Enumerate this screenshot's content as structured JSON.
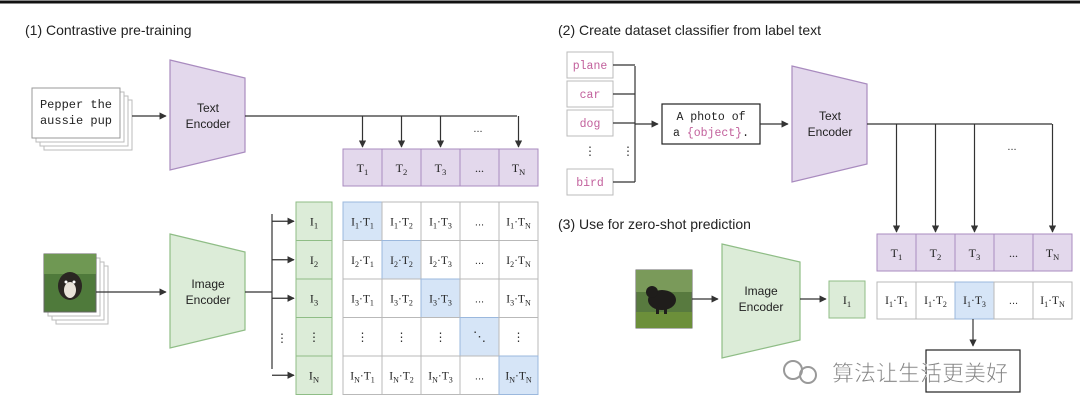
{
  "panels": {
    "pretraining": {
      "title": "(1) Contrastive pre-training"
    },
    "classifier": {
      "title": "(2) Create dataset classifier from label text"
    },
    "zeroshot": {
      "title": "(3) Use for zero-shot prediction"
    }
  },
  "encoders": {
    "text": {
      "line1": "Text",
      "line2": "Encoder"
    },
    "image": {
      "line1": "Image",
      "line2": "Encoder"
    }
  },
  "caption": {
    "line1": "Pepper the",
    "line2": "aussie pup"
  },
  "labels": [
    "plane",
    "car",
    "dog",
    "bird"
  ],
  "template": {
    "line1": "A photo of",
    "line2_prefix": "a ",
    "placeholder": "{object}",
    "line2_suffix": "."
  },
  "ellipsis": "...",
  "vdots": "⋮",
  "ddots": "⋱",
  "text_tokens": [
    {
      "base": "T",
      "sub": "1"
    },
    {
      "base": "T",
      "sub": "2"
    },
    {
      "base": "T",
      "sub": "3"
    },
    {
      "base": "...",
      "sub": ""
    },
    {
      "base": "T",
      "sub": "N"
    }
  ],
  "image_tokens": [
    {
      "base": "I",
      "sub": "1"
    },
    {
      "base": "I",
      "sub": "2"
    },
    {
      "base": "I",
      "sub": "3"
    },
    {
      "base": "⋮",
      "sub": ""
    },
    {
      "base": "I",
      "sub": "N"
    }
  ],
  "zeroshot_image_token": {
    "base": "I",
    "sub": "1"
  },
  "zeroshot_row": [
    {
      "a": "1",
      "b": "1"
    },
    {
      "a": "1",
      "b": "2"
    },
    {
      "a": "1",
      "b": "3",
      "highlight": true
    },
    {
      "special": "..."
    },
    {
      "a": "1",
      "b": "N"
    }
  ],
  "watermark": "算法让生活更美好",
  "colors": {
    "purple_fill": "#e3d8ec",
    "purple_stroke": "#a98bbf",
    "green_fill": "#dcecd8",
    "green_stroke": "#8fbd86",
    "blue_highlight": "#d6e5f7",
    "blue_stroke": "#9bb8dd",
    "label_pink": "#c2609c",
    "grid": "#b9b9b9"
  }
}
